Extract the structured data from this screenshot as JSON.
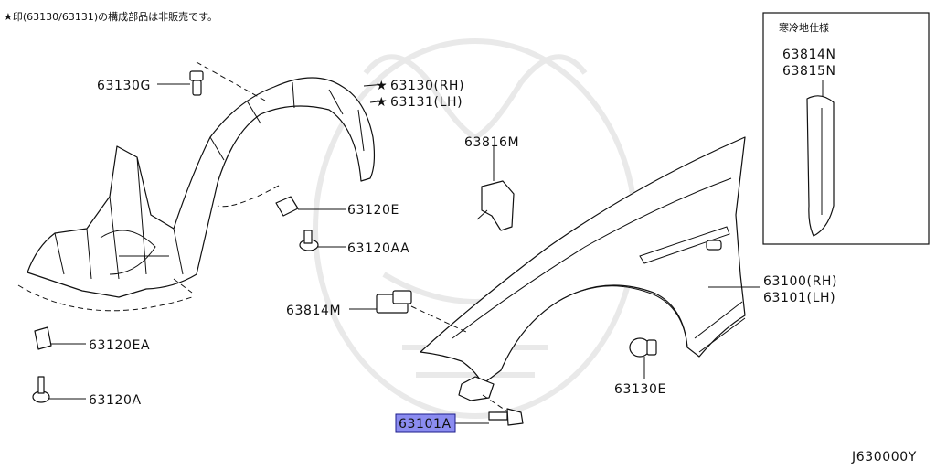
{
  "note": "★印(63130/63131)の構成部品は非販売です。",
  "spec_box_title": "寒冷地仕様",
  "diagram_code": "J630000Y",
  "labels": {
    "p63130G": "63130G",
    "p63130RH": "63130(RH)",
    "p63131LH": "63131(LH)",
    "p63816M": "63816M",
    "p63120E": "63120E",
    "p63120AA": "63120AA",
    "p63814M": "63814M",
    "p63100RH": "63100(RH)",
    "p63101LH": "63101(LH)",
    "p63120EA": "63120EA",
    "p63120A": "63120A",
    "p63130E": "63130E",
    "p63101A": "63101A",
    "p63814N": "63814N",
    "p63815N": "63815N"
  },
  "star_glyph": "★",
  "colors": {
    "highlight": "#8b8cf0",
    "line": "#111111"
  }
}
